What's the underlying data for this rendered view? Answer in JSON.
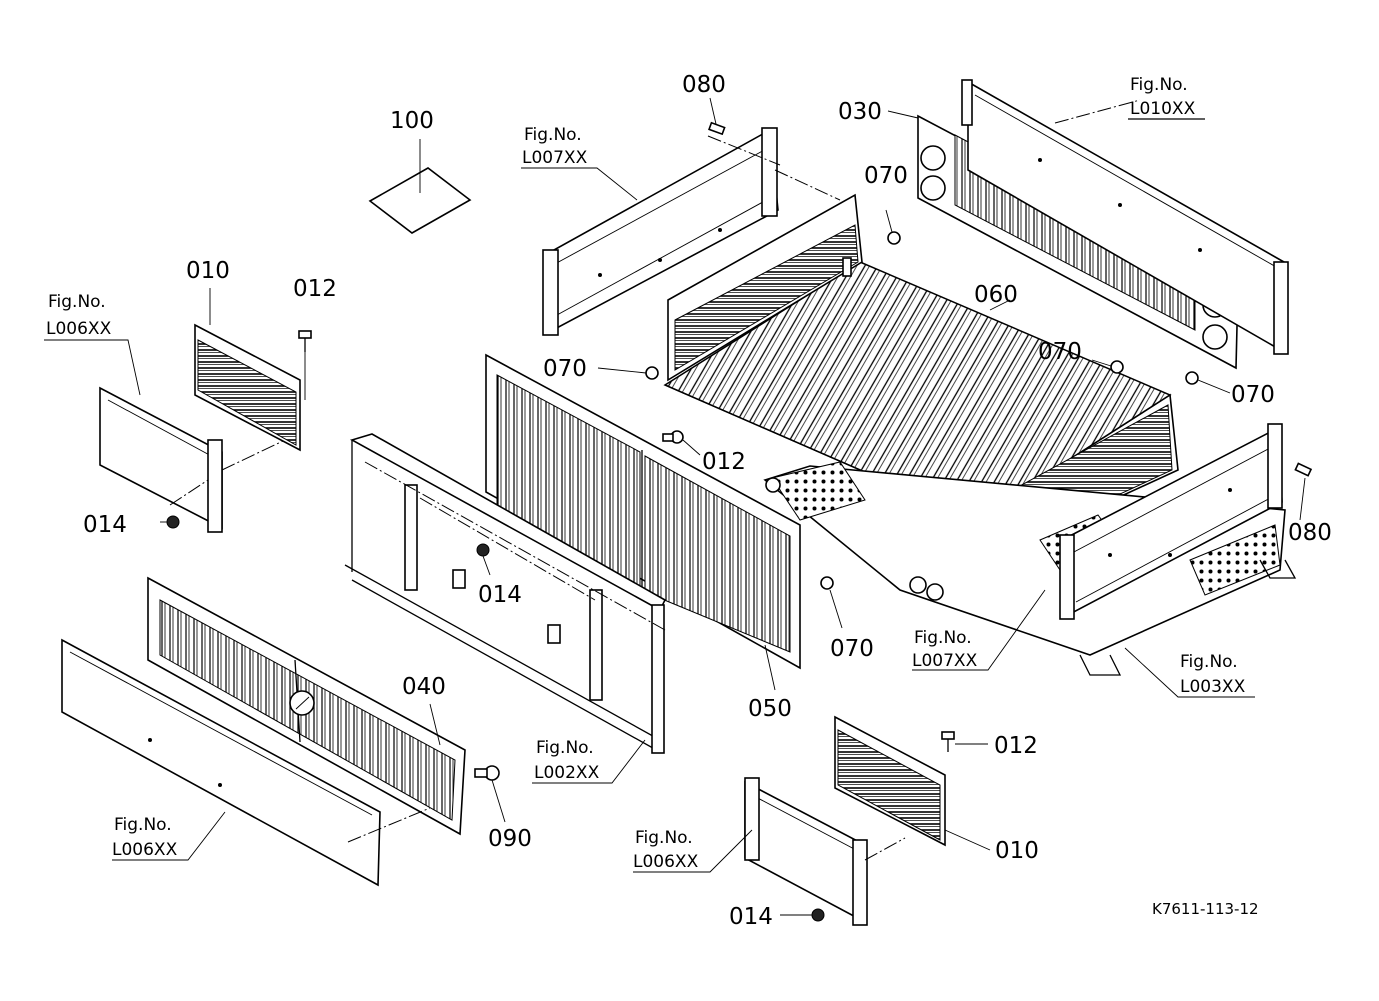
{
  "parts": {
    "p100": "100",
    "p080a": "080",
    "p080b": "080",
    "p030": "030",
    "p070a": "070",
    "p070b": "070",
    "p070c": "070",
    "p070d": "070",
    "p070e": "070",
    "p060": "060",
    "p010a": "010",
    "p010b": "010",
    "p012a": "012",
    "p012b": "012",
    "p012c": "012",
    "p014a": "014",
    "p014b": "014",
    "p014c": "014",
    "p040": "040",
    "p050": "050",
    "p090": "090"
  },
  "fig_refs": {
    "caption": "Fig.No.",
    "l007a": "L007XX",
    "l010": "L010XX",
    "l006a": "L006XX",
    "l007b": "L007XX",
    "l003": "L003XX",
    "l002": "L002XX",
    "l006b": "L006XX",
    "l006c": "L006XX"
  },
  "diagram_code": "K7611-113-12"
}
